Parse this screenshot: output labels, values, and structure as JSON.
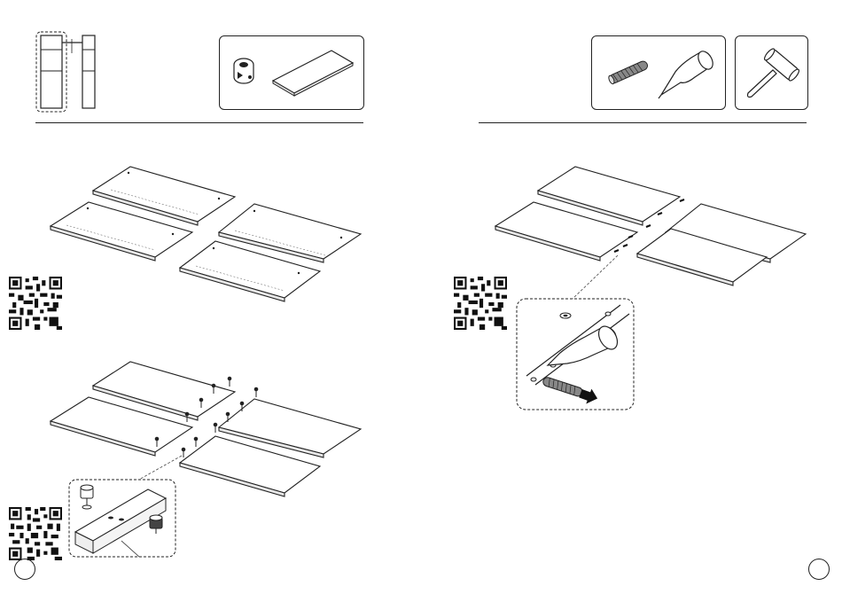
{
  "left_page": {
    "number": "",
    "parts_box": {
      "items": [
        "cam-lock-fitting",
        "panel-board"
      ]
    },
    "steps": [
      "panels-layout",
      "insert-cam-bolts"
    ]
  },
  "right_page": {
    "number": "",
    "parts_box": {
      "items": [
        "wooden-dowel",
        "glue-bottle"
      ]
    },
    "tool_box": {
      "items": [
        "rubber-mallet"
      ]
    },
    "steps": [
      "insert-glued-dowels"
    ]
  }
}
